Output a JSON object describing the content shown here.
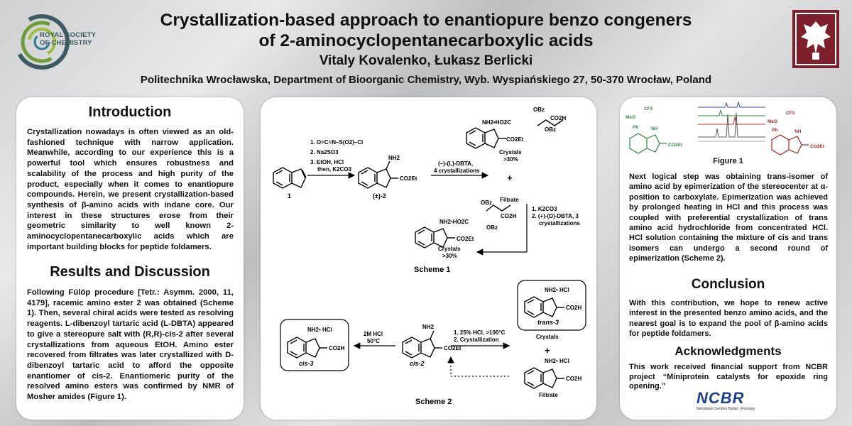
{
  "header": {
    "title_line1": "Crystallization-based approach to enantiopure benzo congeners",
    "title_line2": "of 2-aminocyclopentanecarboxylic acids",
    "authors": "Vitaly Kovalenko, Łukasz Berlicki",
    "affiliation": "Politechnika Wrocławska, Department of Bioorganic Chemistry, Wyb. Wyspiańskiego 27, 50-370 Wrocław, Poland",
    "logo_left_line1": "ROYAL SOCIETY",
    "logo_left_line2": "OF CHEMISTRY"
  },
  "introduction": {
    "heading": "Introduction",
    "text": "Crystallization nowadays is often viewed as an old-fashioned technique with narrow application. Meanwhile, according to our experience this is a powerful tool which ensures robustness and scalability of the process and high purity of the product, especially when it comes to enantiopure compounds. Herein, we present crystallization-based synthesis of β-amino acids with indane core. Our interest in these structures erose from their geometric similarity to well known 2-aminocyclopentanecarboxylic acids which are important building blocks for peptide foldamers."
  },
  "results": {
    "heading": "Results and Discussion",
    "text": "Following Fülöp procedure [Tetr.: Asymm. 2000, 11, 4179], racemic amino ester 2 was obtained (Scheme 1). Then, several chiral acids were tested as resolving reagents. L-dibenzoyl tartaric acid (L-DBTA) appeared to give a stereopure salt with (R,R)-cis-2 after several crystallizations from aqueous EtOH. Amino ester recovered from filtrates was later crystallized with D-dibenzoyl tartaric acid to afford the opposite enantiomer of cis-2. Enantiomeric purity of the resolved amino esters was confirmed by NMR of Mosher amides (Figure 1)."
  },
  "scheme1": {
    "caption": "Scheme 1",
    "reagents1": [
      "1. O=C=N–S(O2)–Cl",
      "2. Na2SO3",
      "3. EtOH, HCl",
      "then, K2CO3"
    ],
    "compound1": "1",
    "compound2": "(±)-2",
    "reagents2": [
      "(–)-(L)-DBTA,",
      "4 crystallizations"
    ],
    "crystals1": [
      "Crystals",
      ">30%"
    ],
    "plus": "+",
    "filtrate": "Filtrate",
    "reagents3": [
      "1. K2CO3",
      "2. (+)-(D)-DBTA, 3",
      "crystallizations"
    ],
    "crystals2": [
      "Crystals",
      ">30%"
    ],
    "nh2": "NH2",
    "co2et": "CO2Et",
    "co2h": "CO2H",
    "obz": "OBz",
    "salt_prefix": "NH2•HO2C"
  },
  "scheme2": {
    "caption": "Scheme 2",
    "reagent_left": [
      "2M HCl",
      "50°C"
    ],
    "reagent_right": [
      "1. 25% HCl, >100°C",
      "2. Crystallization"
    ],
    "cis3": "cis-3",
    "cis2": "cis-2",
    "trans3": "trans-3",
    "crystals": "Crystals",
    "plus": "+",
    "filtrate": "Filtrate",
    "hcl_label": "NH2• HCl",
    "co2h": "CO2H",
    "co2et": "CO2Et",
    "nh2": "NH2"
  },
  "figure1": {
    "caption": "Figure 1",
    "mosher_left": [
      "CF3",
      "MeO",
      "Ph",
      "NH",
      "CO2Et"
    ],
    "mosher_right": [
      "CF3",
      "MeO",
      "Ph",
      "NH",
      "CO2Et"
    ],
    "spectrum_colors": [
      "#3a4a9e",
      "#2e8b3a",
      "#c0392b",
      "#555555"
    ]
  },
  "epimerization": {
    "text": "Next logical step was obtaining trans-isomer of amino acid by epimerization of the stereocenter at α-position to carboxylate. Epimerization was achieved by prolonged heating in HCl and this process was coupled with preferential crystallization of trans amino acid hydrochloride from concentrated HCl. HCl solution containing the mixture of cis and trans isomers can undergo a second round of epimerization (Scheme 2)."
  },
  "conclusion": {
    "heading": "Conclusion",
    "text": "With this contribution, we hope to renew active interest in the presented benzo amino acids, and the nearest goal is to expand the pool of β-amino acids for peptide foldamers."
  },
  "acknowledgments": {
    "heading": "Acknowledgments",
    "text": "This work received financial support from NCBR project “Miniprotein catalysts for epoxide ring opening.”",
    "logo_text": "NCBR",
    "logo_sub": "Narodowe Centrum Badań i Rozwoju"
  },
  "colors": {
    "rsc_teal": "#3e5961",
    "rsc_green": "#9bbf3a",
    "pwr_red": "#7d1f2a",
    "ncbr_blue": "#1d3f8f",
    "mosher_green": "#2e8b3a",
    "mosher_red": "#b22222"
  }
}
